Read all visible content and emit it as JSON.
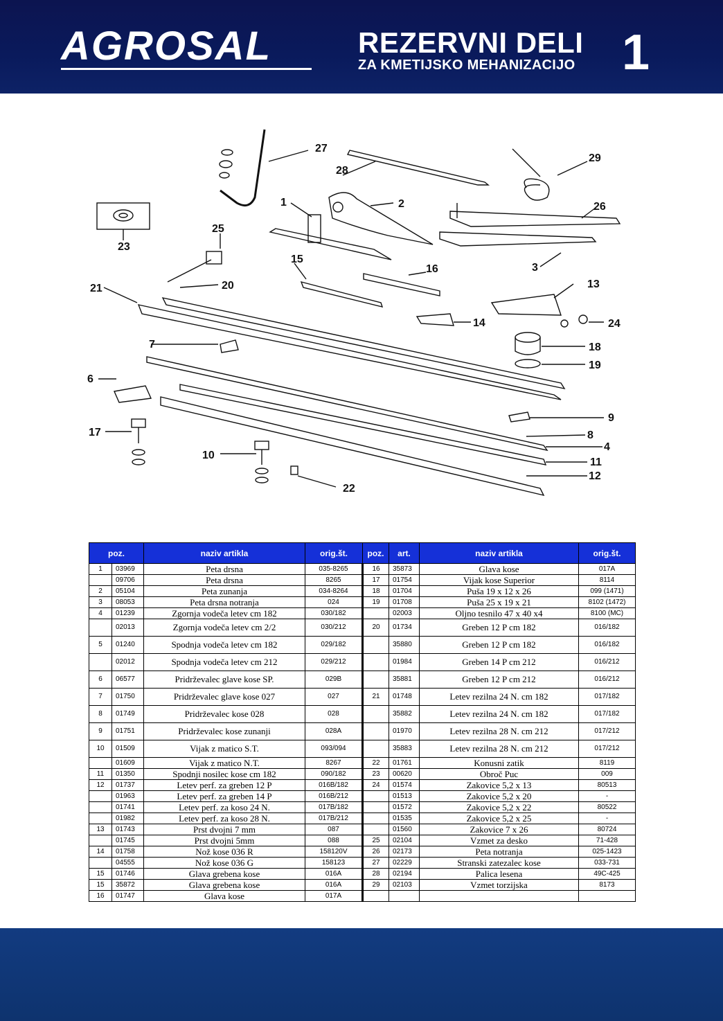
{
  "header": {
    "logo": "AGROSAL",
    "title": "REZERVNI DELI",
    "subtitle": "ZA KMETIJSKO MEHANIZACIJO",
    "page_number": "1"
  },
  "colors": {
    "header_bg": "#0c1450",
    "table_header_bg": "#1530d8",
    "footer_bg": "#123b80"
  },
  "diagram": {
    "labels": [
      "27",
      "28",
      "29",
      "23",
      "25",
      "1",
      "2",
      "26",
      "3",
      "21",
      "20",
      "15",
      "16",
      "13",
      "14",
      "24",
      "18",
      "19",
      "7",
      "6",
      "17",
      "10",
      "22",
      "9",
      "8",
      "4",
      "11",
      "12"
    ]
  },
  "table": {
    "headers": [
      "poz.",
      "naziv artikla",
      "orig.št.",
      "poz.",
      "art.",
      "naziv artikla",
      "orig.št."
    ],
    "rows": [
      [
        "1",
        "03969",
        "Peta drsna",
        "035-8265",
        "16",
        "35873",
        "Glava kose",
        "017A"
      ],
      [
        "",
        "09706",
        "Peta drsna",
        "8265",
        "17",
        "01754",
        "Vijak kose Superior",
        "8114"
      ],
      [
        "2",
        "05104",
        "Peta zunanja",
        "034-8264",
        "18",
        "01704",
        "Puša 19 x 12 x 26",
        "099 (1471)"
      ],
      [
        "3",
        "08053",
        "Peta drsna notranja",
        "024",
        "19",
        "01708",
        "Puša 25 x 19 x 21",
        "8102 (1472)"
      ],
      [
        "4",
        "01239",
        "Zgornja vodeča letev cm 182",
        "030/182",
        "",
        "02003",
        "Oljno tesnilo 47 x 40 x4",
        "8100 (MC)"
      ],
      [
        "",
        "02013",
        "Zgornja vodeča letev cm 2/2",
        "030/212",
        "20",
        "01734",
        "Greben 12 P cm 182",
        "016/182"
      ],
      [
        "5",
        "01240",
        "Spodnja vodeča letev cm 182",
        "029/182",
        "",
        "35880",
        "Greben 12 P cm 182",
        "016/182"
      ],
      [
        "",
        "02012",
        "Spodnja vodeča letev cm 212",
        "029/212",
        "",
        "01984",
        "Greben 14 P cm 212",
        "016/212"
      ],
      [
        "6",
        "06577",
        "Pridrževalec glave kose SP.",
        "029B",
        "",
        "35881",
        "Greben 12 P cm 212",
        "016/212"
      ],
      [
        "7",
        "01750",
        "Pridrževalec glave kose 027",
        "027",
        "21",
        "01748",
        "Letev rezilna 24 N. cm 182",
        "017/182"
      ],
      [
        "8",
        "01749",
        "Pridrževalec kose 028",
        "028",
        "",
        "35882",
        "Letev rezilna 24 N. cm 182",
        "017/182"
      ],
      [
        "9",
        "01751",
        "Pridrževalec kose zunanji",
        "028A",
        "",
        "01970",
        "Letev rezilna 28 N. cm 212",
        "017/212"
      ],
      [
        "10",
        "01509",
        "Vijak z matico S.T.",
        "093/094",
        "",
        "35883",
        "Letev rezilna 28 N. cm 212",
        "017/212"
      ],
      [
        "",
        "01609",
        "Vijak z matico N.T.",
        "8267",
        "22",
        "01761",
        "Konusni zatik",
        "8119"
      ],
      [
        "11",
        "01350",
        "Spodnji nosilec kose cm 182",
        "090/182",
        "23",
        "00620",
        "Obroč Puc",
        "009"
      ],
      [
        "12",
        "01737",
        "Letev perf. za greben 12 P",
        "016B/182",
        "24",
        "01574",
        "Zakovice 5,2 x 13",
        "80513"
      ],
      [
        "",
        "01963",
        "Letev perf. za greben 14 P",
        "016B/212",
        "",
        "01513",
        "Zakovice 5,2 x 20",
        "-"
      ],
      [
        "",
        "01741",
        "Letev perf. za koso 24 N.",
        "017B/182",
        "",
        "01572",
        "Zakovice 5,2 x 22",
        "80522"
      ],
      [
        "",
        "01982",
        "Letev perf. za koso 28 N.",
        "017B/212",
        "",
        "01535",
        "Zakovice 5,2 x 25",
        "-"
      ],
      [
        "13",
        "01743",
        "Prst dvojni 7 mm",
        "087",
        "",
        "01560",
        "Zakovice 7 x 26",
        "80724"
      ],
      [
        "",
        "01745",
        "Prst dvojni 5mm",
        "088",
        "25",
        "02104",
        "Vzmet za desko",
        "71-428"
      ],
      [
        "14",
        "01758",
        "Nož kose 036 R",
        "158120V",
        "26",
        "02173",
        "Peta notranja",
        "025-1423"
      ],
      [
        "",
        "04555",
        "Nož kose 036 G",
        "158123",
        "27",
        "02229",
        "Stranski zatezalec kose",
        "033-731"
      ],
      [
        "15",
        "01746",
        "Glava grebena kose",
        "016A",
        "28",
        "02194",
        "Palica lesena",
        "49C-425"
      ],
      [
        "15",
        "35872",
        "Glava grebena kose",
        "016A",
        "29",
        "02103",
        "Vzmet torzijska",
        "8173"
      ],
      [
        "16",
        "01747",
        "Glava kose",
        "017A",
        "",
        "",
        "",
        ""
      ]
    ]
  }
}
